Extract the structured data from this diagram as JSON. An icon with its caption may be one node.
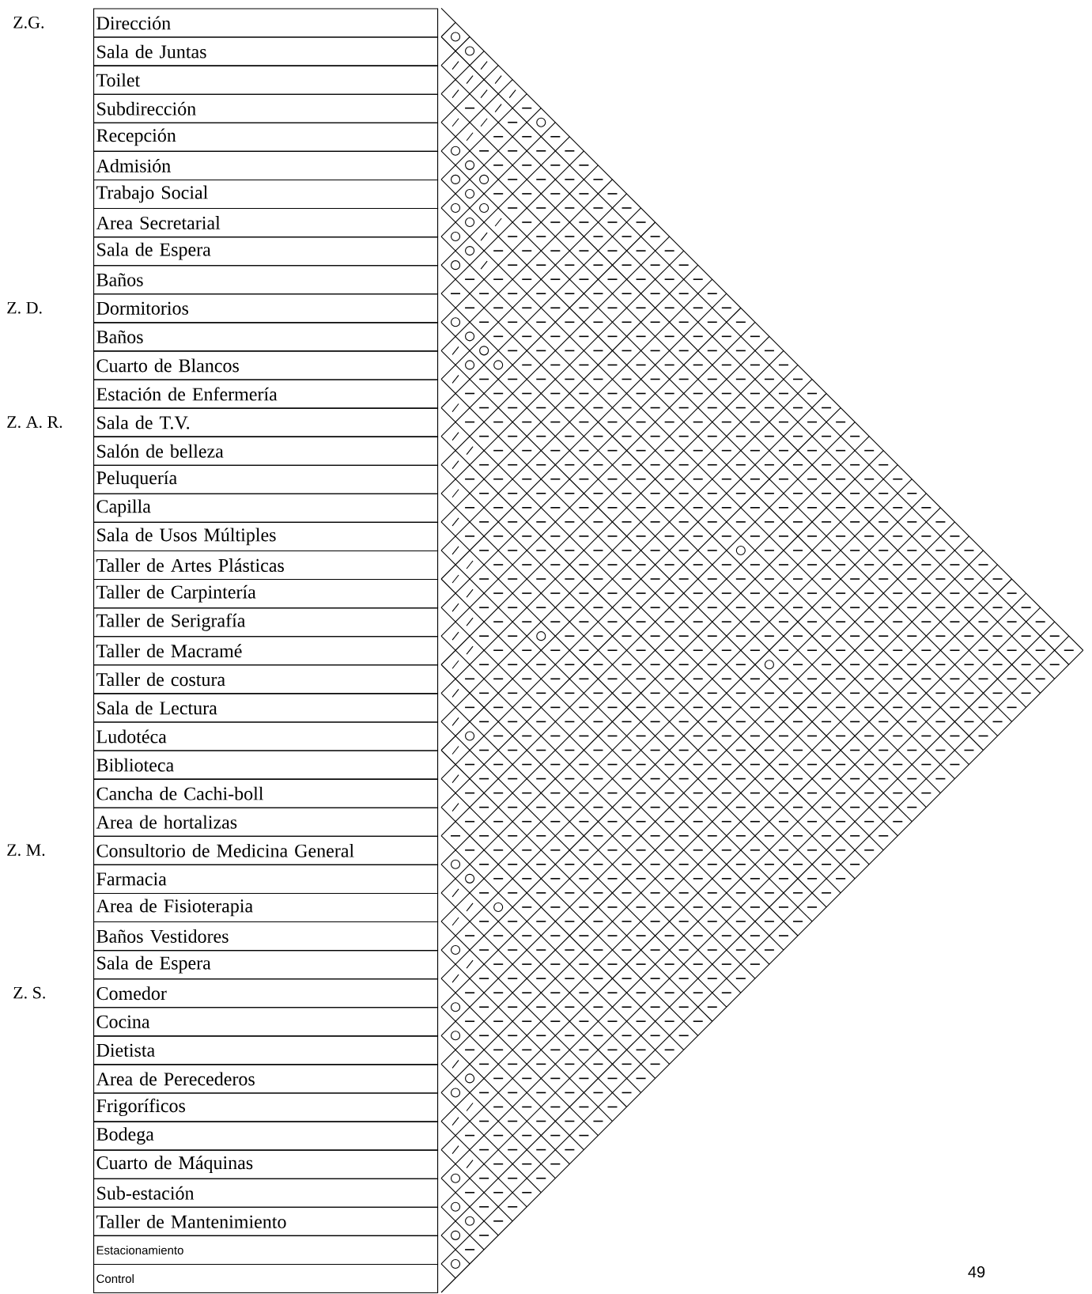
{
  "diagram": {
    "nodes": [
      {
        "text": [
          "Dirección"
        ]
      },
      {
        "text": [
          "Sala de Juntas"
        ]
      },
      {
        "text": [
          "Toilet"
        ]
      },
      {
        "text": [
          "Subdirección"
        ]
      },
      {
        "text": [
          "Recepción"
        ]
      },
      {
        "text": [
          "Admisión"
        ]
      },
      {
        "text": [
          "Trabajo Social"
        ]
      },
      {
        "text": [
          "Area Secretarial"
        ]
      },
      {
        "text": [
          "Sala de Espera"
        ]
      },
      {
        "text": [
          "Baños"
        ]
      },
      {
        "text": [
          "Dormitorios"
        ]
      },
      {
        "text": [
          "Baños"
        ]
      },
      {
        "text": [
          "Cuarto de Blancos"
        ]
      },
      {
        "text": [
          "Estación de Enfermería"
        ]
      },
      {
        "text": [
          "Sala de T.V."
        ]
      },
      {
        "text": [
          "Salón de belleza"
        ]
      },
      {
        "text": [
          "Peluquería"
        ]
      },
      {
        "text": [
          "Capilla"
        ]
      },
      {
        "text": [
          "Sala de Usos Múltiples"
        ]
      },
      {
        "text": [
          "Taller de Artes Plásticas"
        ]
      },
      {
        "text": [
          "Taller de Carpintería"
        ]
      },
      {
        "text": [
          "Taller de Serigrafía"
        ]
      },
      {
        "text": [
          "Taller de Macramé"
        ]
      },
      {
        "text": [
          "Taller de costura"
        ]
      },
      {
        "text": [
          "Sala de Lectura"
        ]
      },
      {
        "text": [
          "Ludotéca"
        ]
      },
      {
        "text": [
          "Biblioteca"
        ]
      },
      {
        "text": [
          "Cancha de Cachi-boll"
        ]
      },
      {
        "text": [
          "Area de hortalizas"
        ]
      },
      {
        "text": [
          "Consultorio de Medicina General"
        ]
      },
      {
        "text": [
          "Farmacia"
        ]
      },
      {
        "text": [
          "Area de Fisioterapia"
        ]
      },
      {
        "text": [
          "Baños Vestidores"
        ]
      },
      {
        "text": [
          "Sala de Espera"
        ]
      },
      {
        "text": [
          "Comedor"
        ]
      },
      {
        "text": [
          "Cocina"
        ]
      },
      {
        "text": [
          "Dietista"
        ]
      },
      {
        "text": [
          "Area de Perecederos"
        ]
      },
      {
        "text": [
          "Frigoríficos"
        ]
      },
      {
        "text": [
          "Bodega"
        ]
      },
      {
        "text": [
          "Cuarto de Máquinas"
        ]
      },
      {
        "text": [
          "Sub-estación"
        ]
      },
      {
        "text": [
          "Taller de Mantenimiento"
        ]
      },
      {
        "text": [
          "Estacionamiento"
        ]
      },
      {
        "text": [
          "Control"
        ]
      }
    ],
    "labels": [
      "Z.G.",
      "Z. D.",
      "Z. A. R.",
      "Z. M.",
      "Z. S.",
      "49"
    ]
  }
}
